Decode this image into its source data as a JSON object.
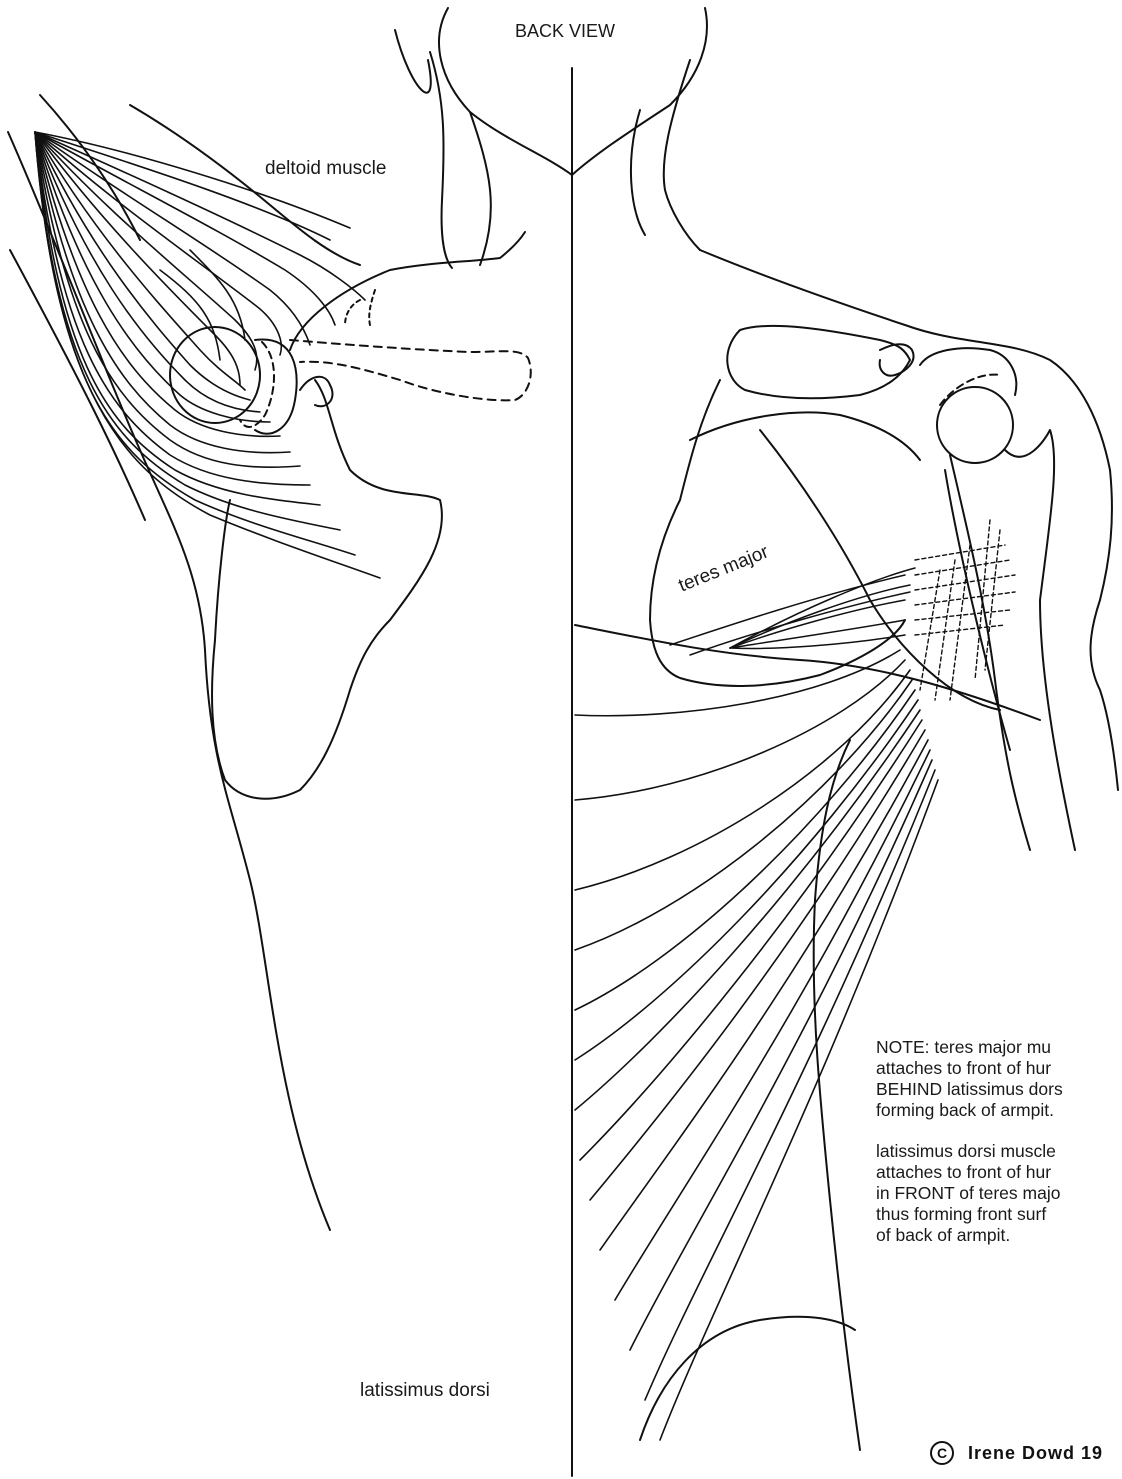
{
  "title": "BACK VIEW",
  "labels": {
    "deltoid": "deltoid muscle",
    "teres_major": "teres major",
    "latissimus": "latissimus dorsi"
  },
  "note": {
    "paragraph1": [
      "NOTE:  teres major mu",
      "attaches to front of hur",
      "BEHIND latissimus dors",
      "forming back of armpit."
    ],
    "paragraph2": [
      "latissimus dorsi muscle",
      "attaches to front of hur",
      "in FRONT of teres majo",
      "thus forming front surf",
      "of back of armpit."
    ]
  },
  "copyright": {
    "symbol": "C",
    "text": "Irene Dowd 19"
  },
  "line_color": "#111111"
}
